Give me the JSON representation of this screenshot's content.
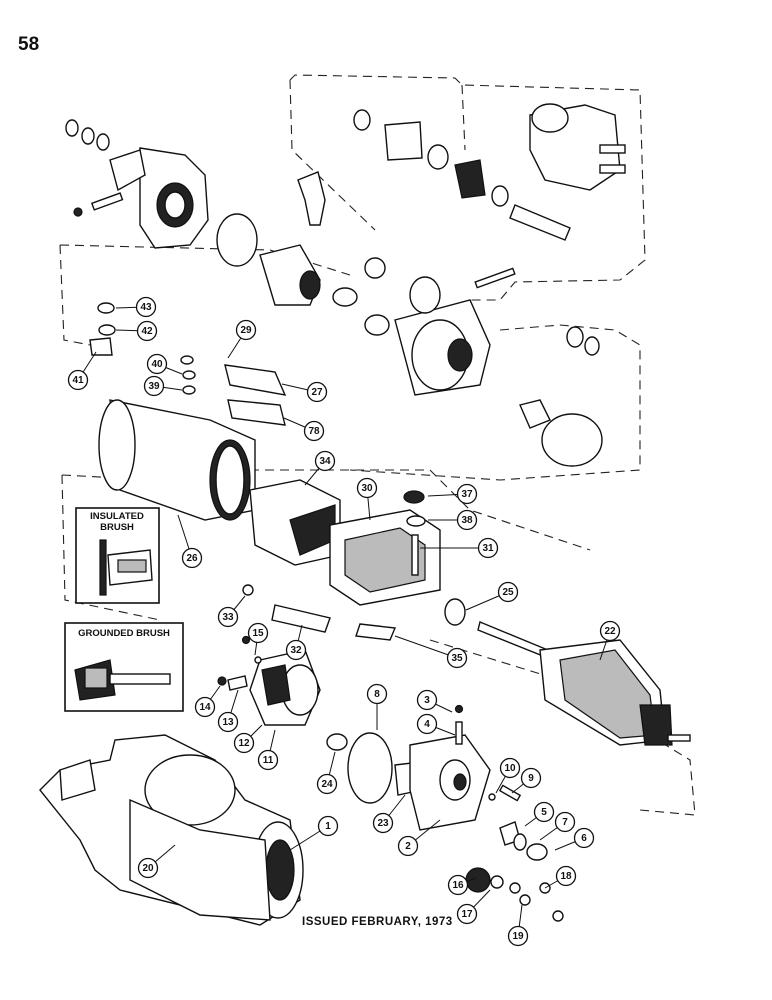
{
  "page": {
    "number": "58",
    "issued": "ISSUED FEBRUARY, 1973"
  },
  "insets": {
    "insulated": "INSULATED BRUSH",
    "grounded": "GROUNDED BRUSH"
  },
  "callouts": [
    "1",
    "2",
    "3",
    "4",
    "5",
    "6",
    "7",
    "8",
    "9",
    "10",
    "11",
    "12",
    "13",
    "14",
    "15",
    "16",
    "17",
    "18",
    "19",
    "20",
    "22",
    "23",
    "24",
    "25",
    "26",
    "27",
    "29",
    "30",
    "31",
    "32",
    "33",
    "34",
    "35",
    "37",
    "38",
    "39",
    "40",
    "41",
    "42",
    "43",
    "78"
  ]
}
